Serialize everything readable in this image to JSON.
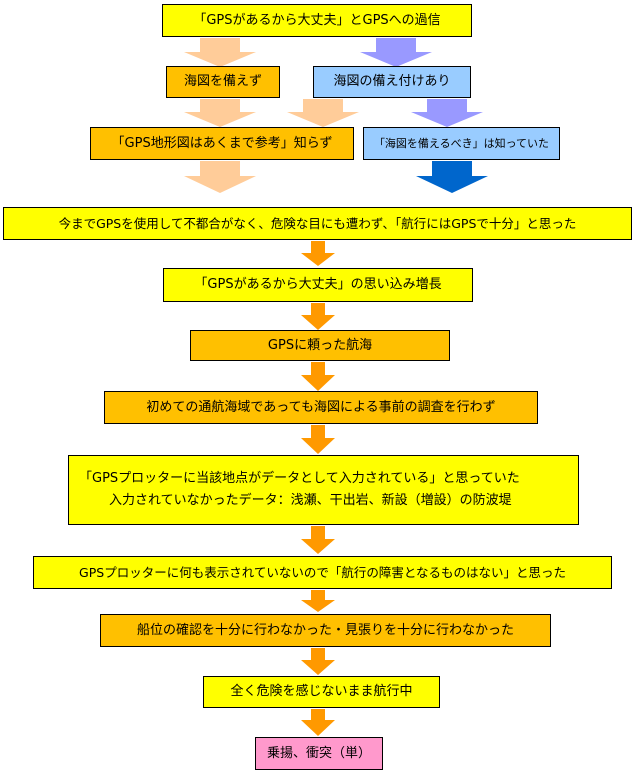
{
  "nodes": {
    "n1": "「GPSがあるから大丈夫」とGPSへの過信",
    "n2a": "海図を備えず",
    "n2b": "海図の備え付けあり",
    "n3a": "「GPS地形図はあくまで参考」知らず",
    "n3b": "「海図を備えるべき」は知っていた",
    "n4": "今までGPSを使用して不都合がなく、危険な目にも遭わず、「航行にはGPSで十分」と思った",
    "n5": "「GPSがあるから大丈夫」の思い込み増長",
    "n6": "GPSに頼った航海",
    "n7": "初めての通航海域であっても海図による事前の調査を行わず",
    "n8_line1": "「GPSプロッターに当該地点がデータとして入力されている」と思っていた",
    "n8_line2": "入力されていなかったデータ：浅瀬、干出岩、新設（増設）の防波堤",
    "n9": "GPSプロッターに何も表示されていないので「航行の障害となるものはない」と思った",
    "n10": "船位の確認を十分に行わなかった・見張りを十分に行わなかった",
    "n11": "全く危険を感じないまま航行中",
    "n12": "乗揚、衝突（単）"
  },
  "colors": {
    "yellow": "#ffff00",
    "orange": "#ffc000",
    "blue": "#99ccff",
    "pink": "#ff99cc",
    "arrow_orange": "#ff9900",
    "arrow_peach": "#ffcc99",
    "arrow_lavender": "#9999ff",
    "arrow_darkblue": "#0066cc"
  }
}
